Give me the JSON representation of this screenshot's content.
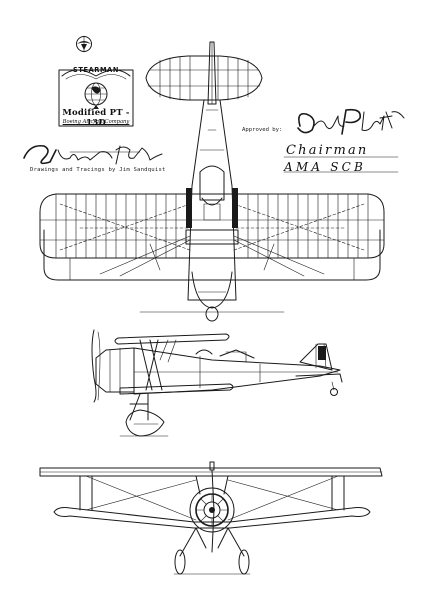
{
  "emblem": {
    "brand": "STEARMAN",
    "model": "Modified PT - 13D",
    "company": "Boeing Aircraft Company",
    "logo_icon": "eagle-icon",
    "globe_icon": "globe-icon"
  },
  "approval": {
    "label": "Approved by:",
    "signature_text": "Dave Platt",
    "title": "Chairman",
    "org": "AMA SCB"
  },
  "credit": {
    "text": "Drawings and Tracings by Jim Sandquist",
    "signature_text": "Jim Sandquist"
  },
  "views": [
    "top-view",
    "side-view",
    "front-view"
  ],
  "colors": {
    "ink": "#1a1a1a",
    "paper": "#ffffff"
  }
}
